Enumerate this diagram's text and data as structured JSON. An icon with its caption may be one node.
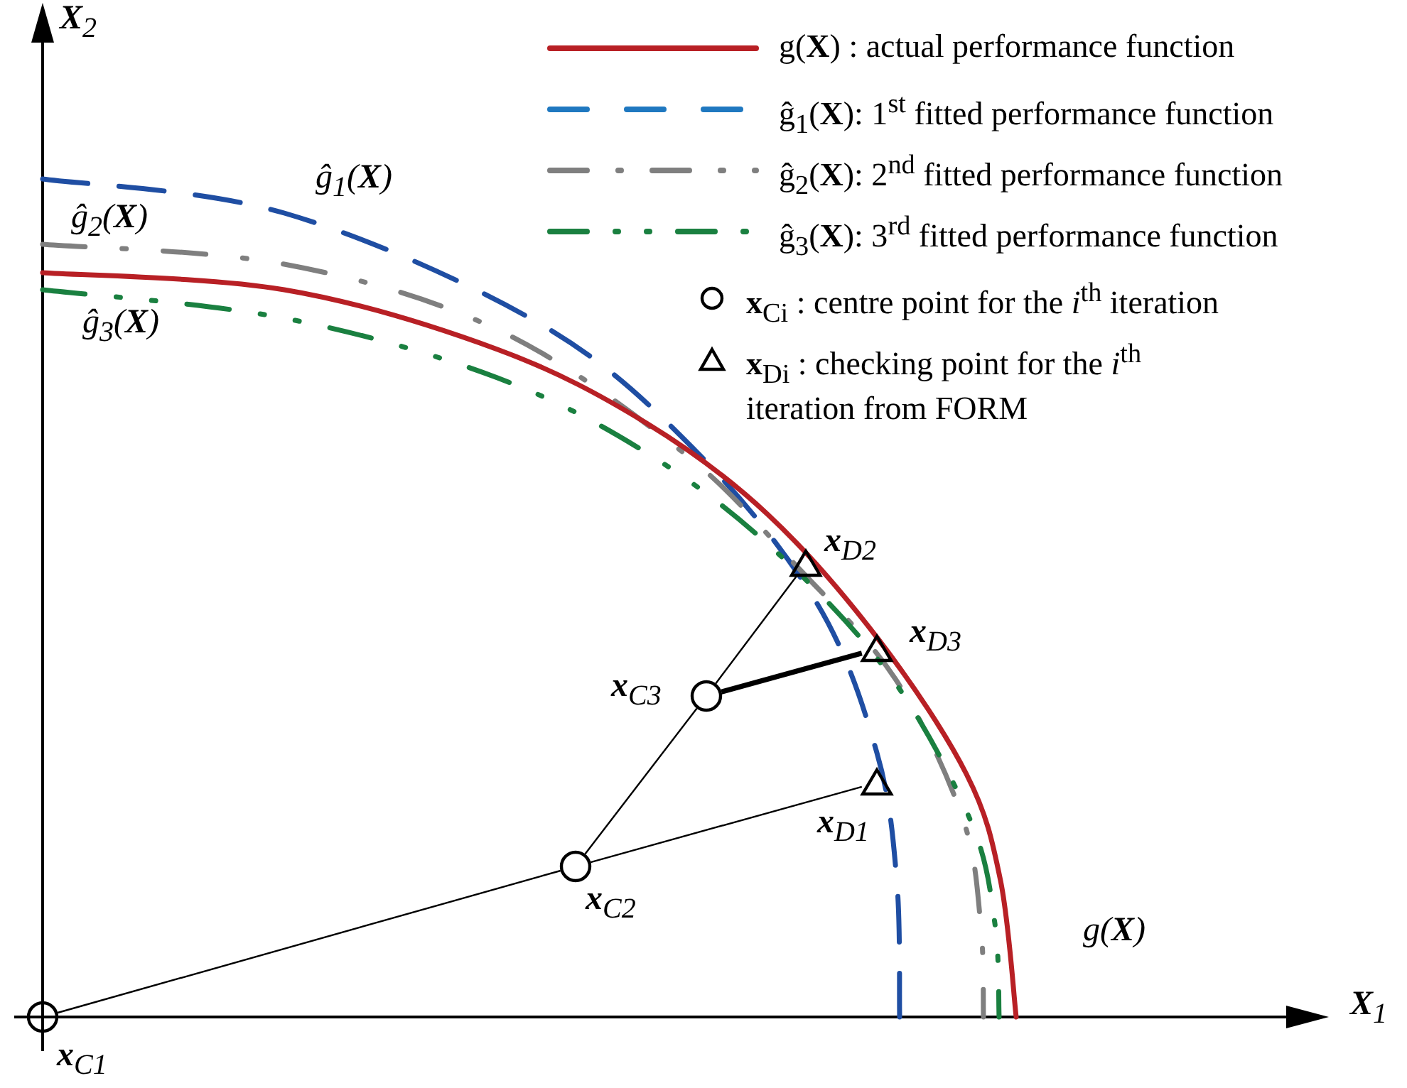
{
  "diagram": {
    "nodes": [
      {
        "text": [],
        "shape": "circle",
        "beside": [
          "**x**$_{C1}$"
        ]
      },
      {
        "text": [],
        "shape": "circle",
        "beside": [
          "**x**$_{C2}$"
        ]
      },
      {
        "text": [],
        "shape": "circle",
        "beside": [
          "**x**$_{C3}$"
        ]
      },
      {
        "text": [],
        "shape": "triangle",
        "beside": [
          "**x**$_{D2}$"
        ]
      },
      {
        "text": [],
        "shape": "triangle",
        "beside": [
          "**x**$_{D1}$"
        ]
      },
      {
        "text": [],
        "shape": "triangle",
        "beside": [
          "**x**$_{D3}$"
        ]
      }
    ],
    "edges": [
      {
        "from": 0,
        "to": 1,
        "arrow": "none"
      },
      {
        "from": 1,
        "to": 4,
        "arrow": "none"
      },
      {
        "from": 1,
        "to": 2,
        "arrow": "none"
      },
      {
        "from": 2,
        "to": 3,
        "arrow": "none"
      },
      {
        "from": 2,
        "to": 5,
        "arrow": "none",
        "style": "thick"
      }
    ],
    "labels": [
      "**X**$_{2}$",
      "ĝ$_{1}$(**X**)",
      "ĝ$_{2}$(**X**)",
      "ĝ$_{3}$(**X**)",
      "g(**X**)",
      "**X**$_{1}$"
    ],
    "legend": [
      {
        "text": "g(**X**) : actual performance function"
      },
      {
        "text": "ĝ$_{1}$(**X**): 1$^{st}$ fitted performance function"
      },
      {
        "text": "ĝ$_{2}$(**X**): 2$^{nd}$ fitted performance function"
      },
      {
        "text": "ĝ$_{3}$(**X**): 3$^{rd}$ fitted performance function"
      },
      {
        "text": "**x**$_{Ci}$ : centre point for the *i*$^{th}$ iteration"
      },
      {
        "text": "**x**$_{Di}$ : checking point for the *i*$^{th}$ iteration from FORM"
      }
    ]
  }
}
